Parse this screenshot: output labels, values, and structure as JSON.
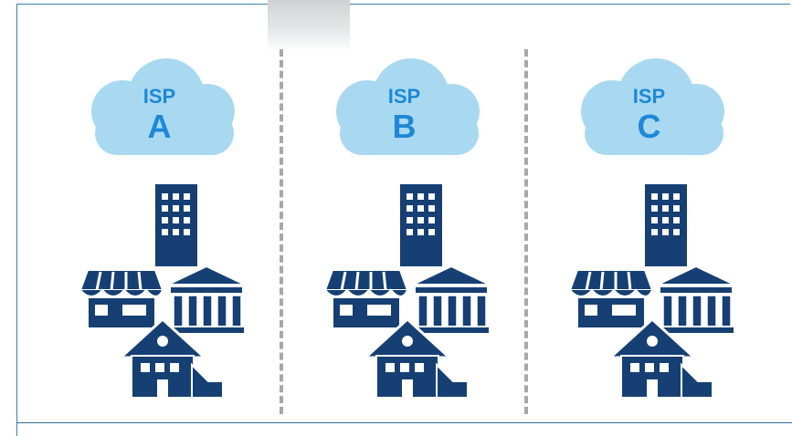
{
  "colors": {
    "cloud": "#a9d9f1",
    "isp_text": "#1e88d6",
    "buildings": "#163f74",
    "divider": "#a8a8a8"
  },
  "providers": [
    {
      "label": "ISP",
      "letter": "A"
    },
    {
      "label": "ISP",
      "letter": "B"
    },
    {
      "label": "ISP",
      "letter": "C"
    }
  ],
  "icons": [
    "cloud-icon",
    "office-building-icon",
    "store-icon",
    "bank-icon",
    "house-icon"
  ]
}
